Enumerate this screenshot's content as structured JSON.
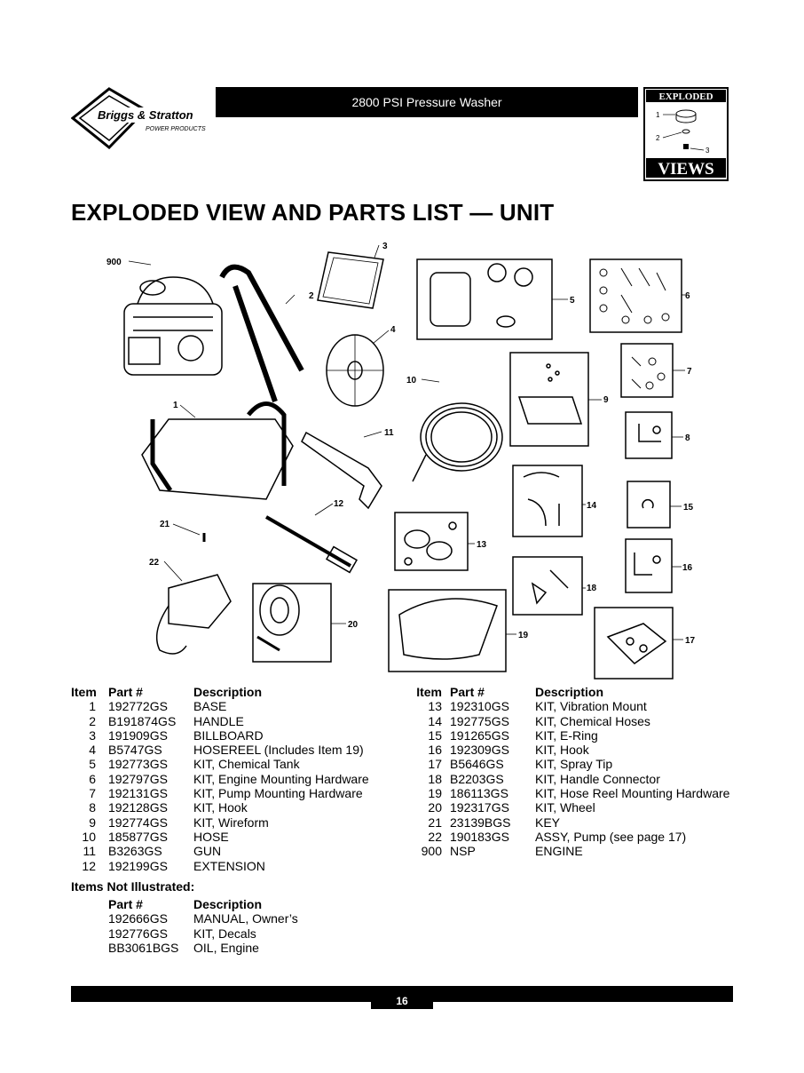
{
  "header": {
    "brand_name": "Briggs & Stratton",
    "brand_sub": "POWER PRODUCTS",
    "product_title": "2800 PSI Pressure Washer",
    "badge_top": "EXPLODED",
    "badge_bottom": "VIEWS",
    "badge_callouts": [
      "1",
      "2",
      "3"
    ]
  },
  "page_title": "EXPLODED VIEW AND PARTS LIST — UNIT",
  "diagram_callouts": [
    "900",
    "3",
    "2",
    "5",
    "6",
    "4",
    "10",
    "7",
    "9",
    "1",
    "11",
    "8",
    "14",
    "15",
    "12",
    "21",
    "13",
    "16",
    "22",
    "18",
    "20",
    "19",
    "17"
  ],
  "parts_headers": {
    "item": "Item",
    "part": "Part #",
    "description": "Description"
  },
  "parts_left": [
    {
      "item": "1",
      "part": "192772GS",
      "description": "BASE"
    },
    {
      "item": "2",
      "part": "B191874GS",
      "description": "HANDLE"
    },
    {
      "item": "3",
      "part": "191909GS",
      "description": "BILLBOARD"
    },
    {
      "item": "4",
      "part": "B5747GS",
      "description": "HOSEREEL (Includes Item 19)"
    },
    {
      "item": "5",
      "part": "192773GS",
      "description": "KIT, Chemical Tank"
    },
    {
      "item": "6",
      "part": "192797GS",
      "description": "KIT, Engine Mounting Hardware"
    },
    {
      "item": "7",
      "part": "192131GS",
      "description": "KIT, Pump Mounting Hardware"
    },
    {
      "item": "8",
      "part": "192128GS",
      "description": "KIT, Hook"
    },
    {
      "item": "9",
      "part": "192774GS",
      "description": "KIT, Wireform"
    },
    {
      "item": "10",
      "part": "185877GS",
      "description": "HOSE"
    },
    {
      "item": "11",
      "part": "B3263GS",
      "description": "GUN"
    },
    {
      "item": "12",
      "part": "192199GS",
      "description": "EXTENSION"
    }
  ],
  "parts_right": [
    {
      "item": "13",
      "part": "192310GS",
      "description": "KIT, Vibration Mount"
    },
    {
      "item": "14",
      "part": "192775GS",
      "description": "KIT, Chemical Hoses"
    },
    {
      "item": "15",
      "part": "191265GS",
      "description": "KIT, E-Ring"
    },
    {
      "item": "16",
      "part": "192309GS",
      "description": "KIT, Hook"
    },
    {
      "item": "17",
      "part": "B5646GS",
      "description": "KIT, Spray Tip"
    },
    {
      "item": "18",
      "part": "B2203GS",
      "description": "KIT, Handle Connector"
    },
    {
      "item": "19",
      "part": "186113GS",
      "description": "KIT, Hose Reel Mounting Hardware"
    },
    {
      "item": "20",
      "part": "192317GS",
      "description": "KIT, Wheel"
    },
    {
      "item": "21",
      "part": "23139BGS",
      "description": "KEY"
    },
    {
      "item": "22",
      "part": "190183GS",
      "description": "ASSY, Pump (see page 17)"
    },
    {
      "item": "900",
      "part": "NSP",
      "description": "ENGINE"
    }
  ],
  "not_illustrated": {
    "title": "Items Not Illustrated:",
    "headers": {
      "part": "Part #",
      "description": "Description"
    },
    "items": [
      {
        "part": "192666GS",
        "description": "MANUAL, Owner’s"
      },
      {
        "part": "192776GS",
        "description": "KIT, Decals"
      },
      {
        "part": "BB3061BGS",
        "description": "OIL, Engine"
      }
    ]
  },
  "footer": {
    "page_number": "16"
  }
}
